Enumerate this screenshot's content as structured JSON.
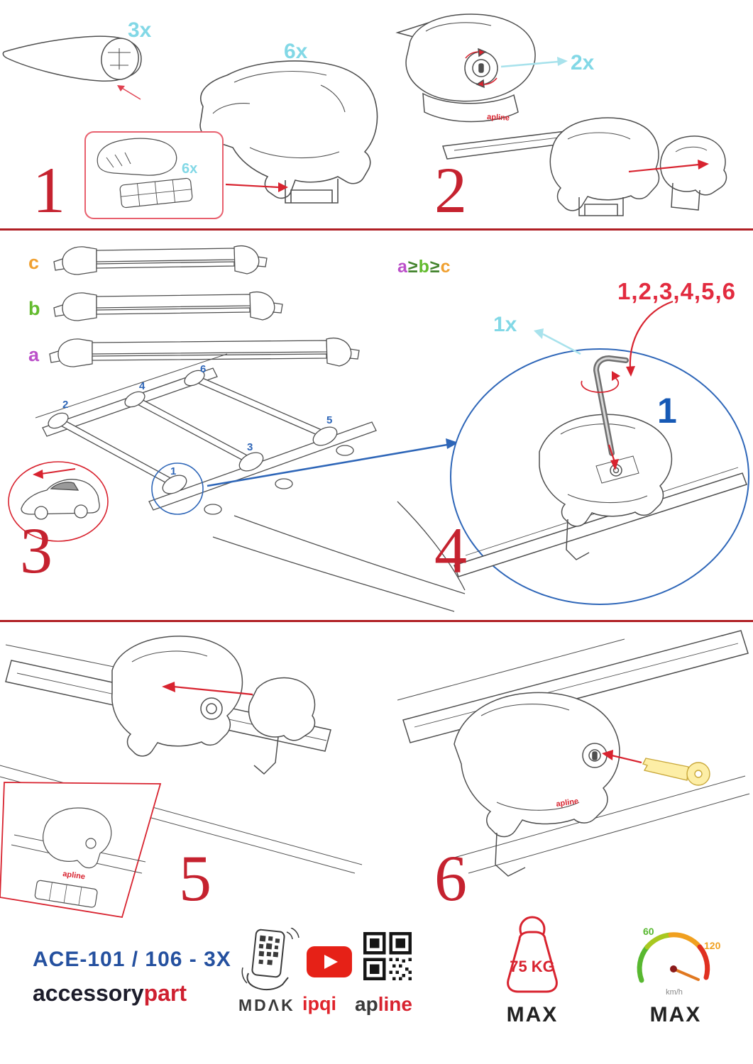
{
  "colors": {
    "step_red": "#c5222f",
    "divider_red": "#b01f24",
    "cyan": "#82d8e6",
    "blue": "#2e66b8",
    "purple": "#bb4fc9",
    "green": "#63bb2e",
    "orange": "#f0a030",
    "brand_red": "#d8232f",
    "sequence_red": "#e22b3f",
    "navy": "#24509f"
  },
  "labels": {
    "apline_small": "apline"
  },
  "steps": {
    "s1": {
      "number": "1",
      "bar_qty": "3x",
      "foot_qty": "6x",
      "pad_qty": "6x"
    },
    "s2": {
      "number": "2",
      "lock_qty": "2x"
    },
    "s3": {
      "number": "3",
      "sizes": {
        "a": "a",
        "b": "b",
        "c": "c"
      },
      "positions": [
        "1",
        "2",
        "3",
        "4",
        "5",
        "6"
      ]
    },
    "s4": {
      "number": "4",
      "formula": {
        "f1": "a",
        "f2": "≥",
        "f3": "b",
        "f4": "≥",
        "f5": "c"
      },
      "tool_qty": "1x",
      "sequence": "1,2,3,4,5,6",
      "highlight": "1"
    },
    "s5": {
      "number": "5"
    },
    "s6": {
      "number": "6"
    }
  },
  "footer": {
    "product_code": "ACE-101 / 106 - 3X",
    "brand": {
      "accessory": "accessory",
      "part": "part"
    },
    "mdak": "MDΛK",
    "ipqi": "ipqi",
    "apline": {
      "ap": "ap",
      "line": "line"
    },
    "weight": {
      "value": "75 KG",
      "max": "MAX"
    },
    "speed": {
      "low": "60",
      "high": "120",
      "unit": "km/h",
      "max": "MAX"
    }
  }
}
